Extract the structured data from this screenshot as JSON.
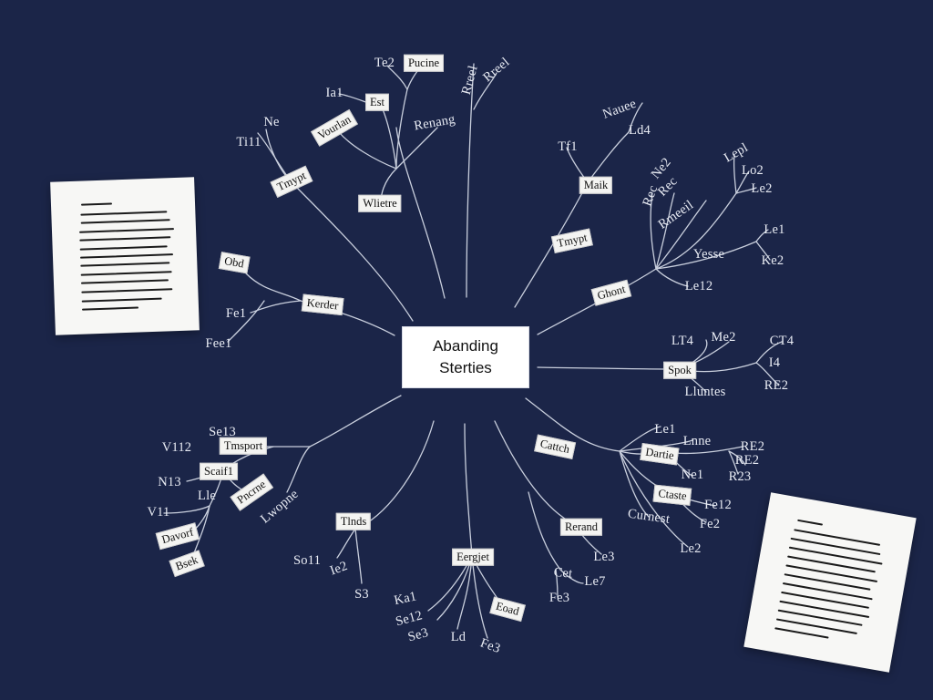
{
  "central_node": {
    "line1": "Abanding",
    "line2": "Sterties"
  },
  "colors": {
    "background": "#1b2548",
    "line": "#c9cfdd",
    "node_fill": "#f4f4f2"
  },
  "labels": [
    "Te2",
    "Pucine",
    "Rreel",
    "Rreel",
    "Ia1",
    "Est",
    "Vourlan",
    "Renang",
    "Ne",
    "Ti11",
    "Tmypt",
    "Wlietre",
    "Nauee",
    "Tf1",
    "Ld4",
    "Maik",
    "Rec",
    "Ne2",
    "Rec",
    "Lepl",
    "Rmeeil",
    "Lo2",
    "Tmypt",
    "Ghont",
    "Le12",
    "Le1",
    "Yesse",
    "Ke2",
    "Obd",
    "Fe1",
    "Kerder",
    "Fee1",
    "LT4",
    "Me2",
    "CT4",
    "I4",
    "RE2",
    "Spok",
    "Lluntes",
    "Se13",
    "V112",
    "Tmsport",
    "Scaif1",
    "N13",
    "Lle",
    "V11",
    "Davorf",
    "Bsek",
    "Pncrne",
    "Lwopne",
    "Tlnds",
    "So11",
    "Ie2",
    "S3",
    "Eergjet",
    "Ka1",
    "Se12",
    "Se3",
    "Ld",
    "Fe3",
    "Eoad",
    "Cattch",
    "Le1",
    "Lnne",
    "Dartie",
    "Ne1",
    "RE2",
    "RE2",
    "R23",
    "Ctaste",
    "Fe12",
    "Curnest",
    "Fe2",
    "Le2",
    "Rerand",
    "Le3",
    "Cet",
    "Le7",
    "Fe3"
  ]
}
